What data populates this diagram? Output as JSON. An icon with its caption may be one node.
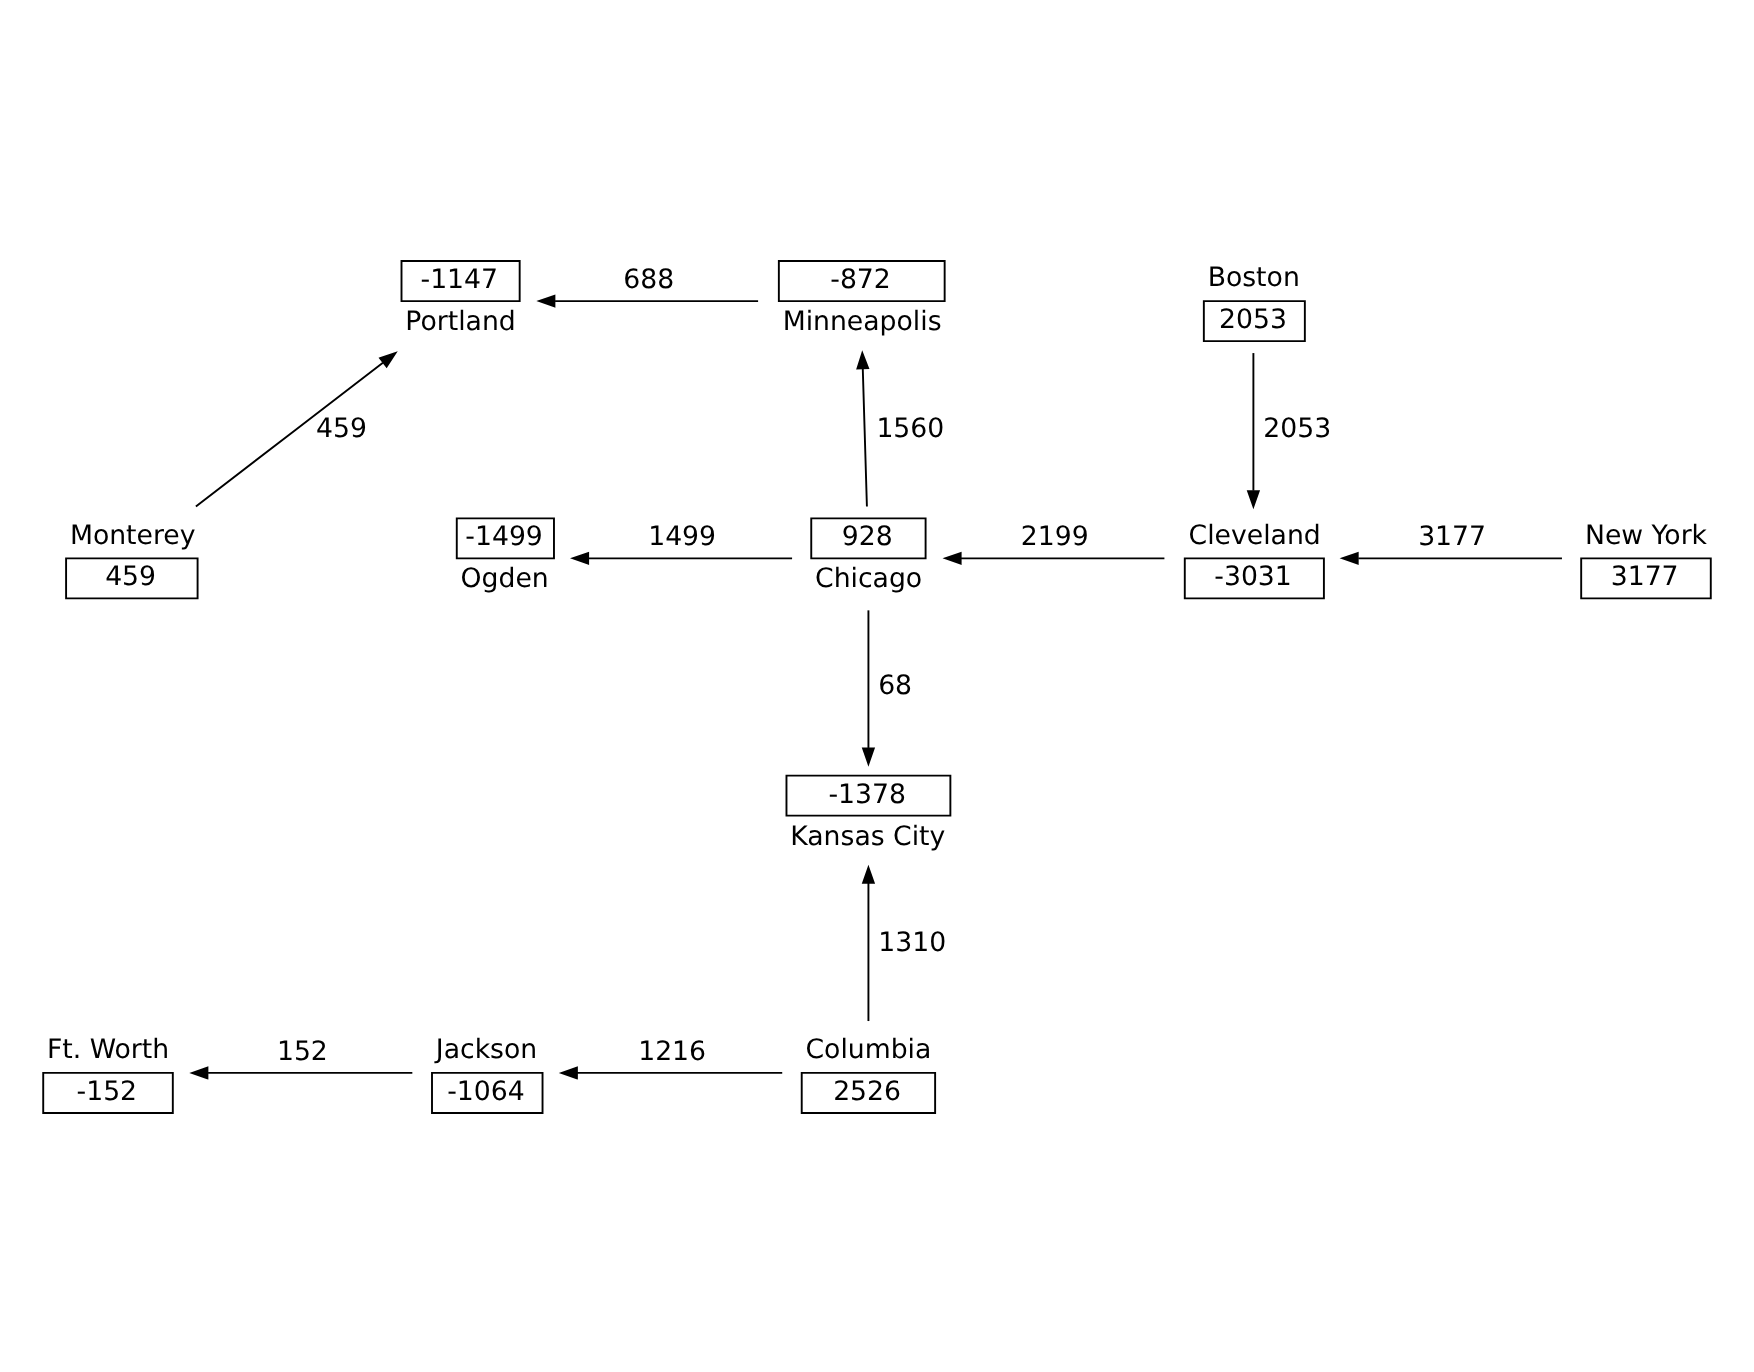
{
  "diagram": {
    "nodes": [
      {
        "text": [
          "-1147",
          "Portland"
        ]
      },
      {
        "text": [
          "-872",
          "Minneapolis"
        ]
      },
      {
        "text": [
          "Boston",
          "2053"
        ]
      },
      {
        "text": [
          "-1499",
          "Ogden"
        ]
      },
      {
        "text": [
          "928",
          "Chicago"
        ]
      },
      {
        "text": [
          "Cleveland",
          "-3031"
        ]
      },
      {
        "text": [
          "New York",
          "3177"
        ]
      },
      {
        "text": [
          "Monterey",
          "459"
        ]
      },
      {
        "text": [
          "-1378",
          "Kansas City"
        ]
      },
      {
        "text": [
          "Ft. Worth",
          "-152"
        ]
      },
      {
        "text": [
          "Jackson",
          "-1064"
        ]
      },
      {
        "text": [
          "Columbia",
          "2526"
        ]
      }
    ],
    "edges": [
      {
        "from": 1,
        "to": 0,
        "arrow": "to",
        "label": "688"
      },
      {
        "from": 7,
        "to": 0,
        "arrow": "to",
        "label": "459"
      },
      {
        "from": 4,
        "to": 1,
        "arrow": "to",
        "label": "1560"
      },
      {
        "from": 2,
        "to": 5,
        "arrow": "to",
        "label": "2053"
      },
      {
        "from": 4,
        "to": 3,
        "arrow": "to",
        "label": "1499"
      },
      {
        "from": 5,
        "to": 4,
        "arrow": "to",
        "label": "2199"
      },
      {
        "from": 6,
        "to": 5,
        "arrow": "to",
        "label": "3177"
      },
      {
        "from": 4,
        "to": 8,
        "arrow": "to",
        "label": "68"
      },
      {
        "from": 11,
        "to": 8,
        "arrow": "to",
        "label": "1310"
      },
      {
        "from": 10,
        "to": 9,
        "arrow": "to",
        "label": "152"
      },
      {
        "from": 11,
        "to": 10,
        "arrow": "to",
        "label": "1216"
      }
    ]
  }
}
